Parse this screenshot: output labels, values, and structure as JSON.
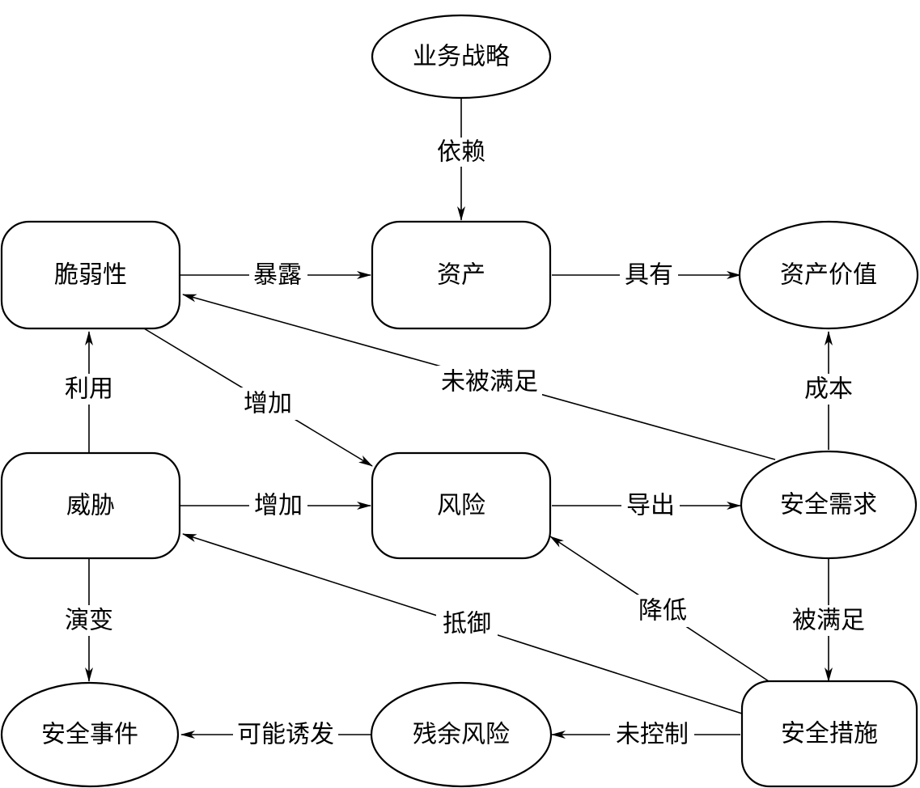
{
  "nodes": {
    "business_strategy": "业务战略",
    "vulnerability": "脆弱性",
    "asset": "资产",
    "asset_value": "资产价值",
    "threat": "威胁",
    "risk": "风险",
    "security_requirement": "安全需求",
    "security_incident": "安全事件",
    "residual_risk": "残余风险",
    "security_measure": "安全措施"
  },
  "edges": {
    "depends": "依赖",
    "exposes": "暴露",
    "has": "具有",
    "unmet": "未被满足",
    "exploits": "利用",
    "increases_from_vulnerability": "增加",
    "cost": "成本",
    "increases_from_threat": "增加",
    "derives": "导出",
    "evolves": "演变",
    "resists": "抵御",
    "reduces": "降低",
    "met_by": "被满足",
    "may_trigger": "可能诱发",
    "uncontrolled": "未控制"
  }
}
